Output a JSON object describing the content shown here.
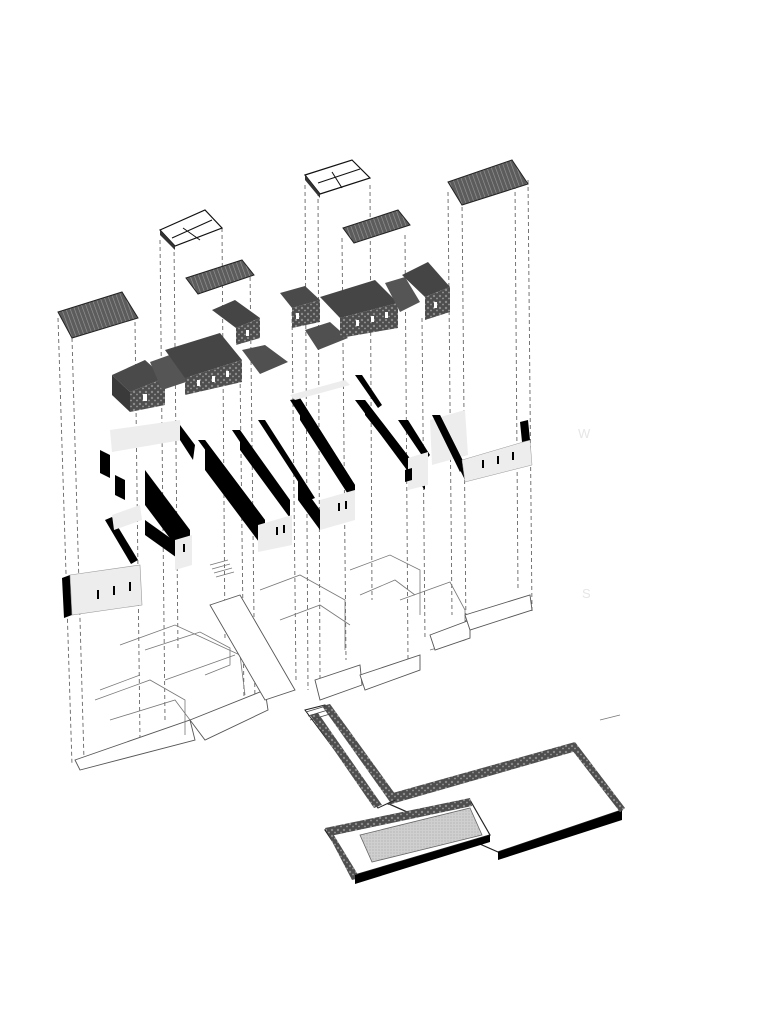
{
  "figure": {
    "type": "exploded-axonometric",
    "colors": {
      "background": "#ffffff",
      "wall": "#000000",
      "wall_light_face": "#ededed",
      "roof_dark": "#3f3f3f",
      "roof_panel": "#6b6b6b",
      "stone": "#5a5a5a",
      "guide_line": "#666666"
    },
    "layers": [
      {
        "id": "roof-panels",
        "count": 6
      },
      {
        "id": "pitched-roof-volumes",
        "count": 2
      },
      {
        "id": "walls-upper",
        "count": 7
      },
      {
        "id": "walls-lower",
        "count": 3
      },
      {
        "id": "floor-plans",
        "count": 6
      },
      {
        "id": "stone-base-platform",
        "count": 1
      }
    ],
    "faint_labels": [
      "W",
      "S"
    ]
  }
}
